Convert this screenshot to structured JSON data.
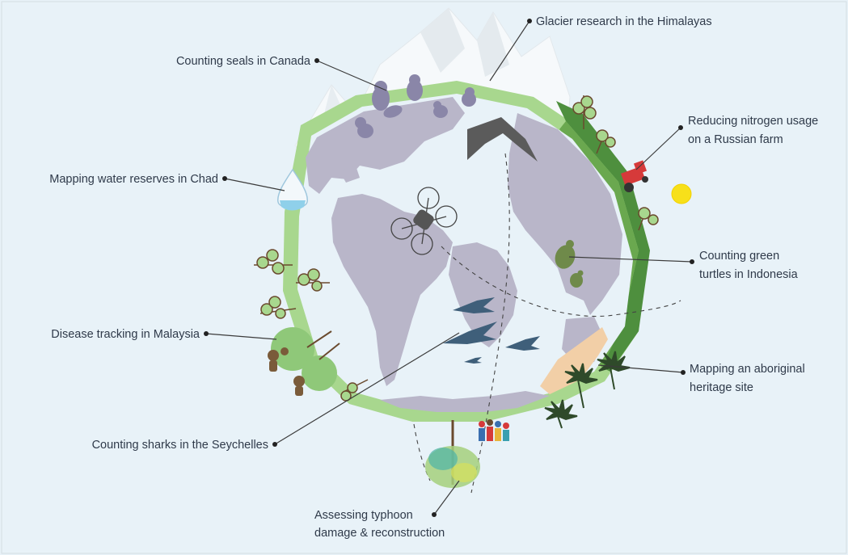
{
  "callouts": {
    "glacier": "Glacier research in the Himalayas",
    "seals": "Counting seals in Canada",
    "nitrogen_line1": "Reducing nitrogen usage",
    "nitrogen_line2": "on a Russian farm",
    "water": "Mapping water reserves in Chad",
    "turtles_line1": "Counting green",
    "turtles_line2": "turtles in Indonesia",
    "disease": "Disease tracking in Malaysia",
    "aboriginal_line1": "Mapping an aboriginal",
    "aboriginal_line2": "heritage site",
    "sharks": "Counting sharks in the Seychelles",
    "typhoon_line1": "Assessing typhoon",
    "typhoon_line2": "damage & reconstruction"
  },
  "colors": {
    "background": "#e8f2f8",
    "ring": "#a8d78e",
    "ring_dark": "#4e8f3e",
    "land": "#b9b6c9",
    "land_dark": "#9a97ad",
    "drone": "#5b5b5b",
    "mountain": "#f5f8fa",
    "sun": "#f7e01a",
    "tractor": "#d63a3a",
    "shark": "#3f5f7a",
    "turtle": "#6f8a4a",
    "seal": "#8a86a8",
    "leader": "#3b3b3b"
  },
  "icons": [
    "glacier-mountain-icon",
    "seal-icon",
    "tree-icon",
    "tractor-icon",
    "sun-icon",
    "water-drop-icon",
    "turtle-icon",
    "monkey-icon",
    "palm-tree-icon",
    "shark-icon",
    "drone-icon",
    "fixed-wing-drone-icon",
    "people-group-icon",
    "mangrove-tree-icon"
  ]
}
